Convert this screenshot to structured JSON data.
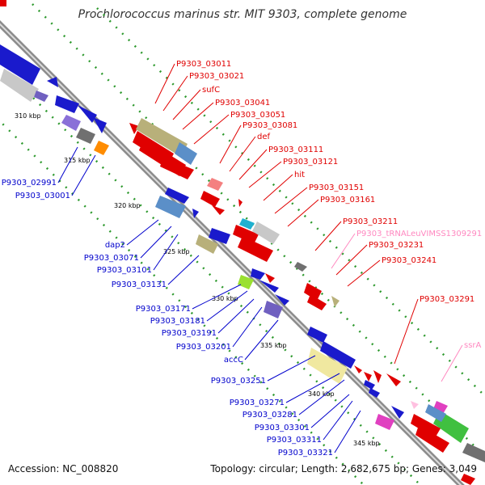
{
  "title": "Prochlorococcus marinus str. MIT 9303, complete genome",
  "footer": {
    "accession": "Accession: NC_008820",
    "topology": "Topology: circular; Length: 2,682,675 bp; Genes: 3,049"
  },
  "colors": {
    "forward_label": "#e00000",
    "reverse_label": "#0000cc",
    "rna_label": "#ff88c0",
    "backbone": "#8c8c8c",
    "tick_dots": "#2f9a2f"
  },
  "kbp_ticks": [
    "310 kbp",
    "315 kbp",
    "320 kbp",
    "325 kbp",
    "330 kbp",
    "335 kbp",
    "340 kbp",
    "345 kbp"
  ],
  "forward_labels": [
    "P9303_03011",
    "P9303_03021",
    "sufC",
    "P9303_03041",
    "P9303_03051",
    "P9303_03081",
    "def",
    "P9303_03111",
    "P9303_03121",
    "hit",
    "P9303_03151",
    "P9303_03161",
    "P9303_03211",
    "P9303_03231",
    "P9303_03241",
    "P9303_03291"
  ],
  "rna_labels": [
    "P9303_tRNALeuVIMSS1309291",
    "ssrA"
  ],
  "reverse_labels": [
    "P9303_02991",
    "P9303_03001",
    "dap2",
    "P9303_03071",
    "P9303_03101",
    "P9303_03131",
    "P9303_03171",
    "P9303_03181",
    "P9303_03191",
    "P9303_03201",
    "accC",
    "P9303_03251",
    "P9303_03271",
    "P9303_03281",
    "P9303_03301",
    "P9303_03311",
    "P9303_03321"
  ]
}
